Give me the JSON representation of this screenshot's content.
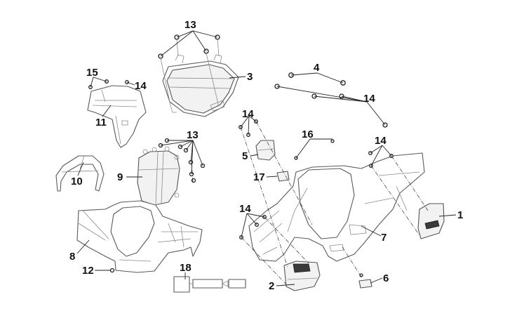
{
  "title": "Front handlebar cover and headlight assembly exploded diagram",
  "callouts": {
    "c1": "1",
    "c2": "2",
    "c3": "3",
    "c4": "4",
    "c5": "5",
    "c6": "6",
    "c7": "7",
    "c8": "8",
    "c9": "9",
    "c10": "10",
    "c11": "11",
    "c12": "12",
    "c13a": "13",
    "c13b": "13",
    "c14a": "14",
    "c14b": "14",
    "c14c": "14",
    "c14d": "14",
    "c14e": "14",
    "c15": "15",
    "c16": "16",
    "c17": "17",
    "c18": "18"
  },
  "colors": {
    "line": "#222222",
    "part_outline": "#5a5a5a",
    "background": "#ffffff"
  }
}
